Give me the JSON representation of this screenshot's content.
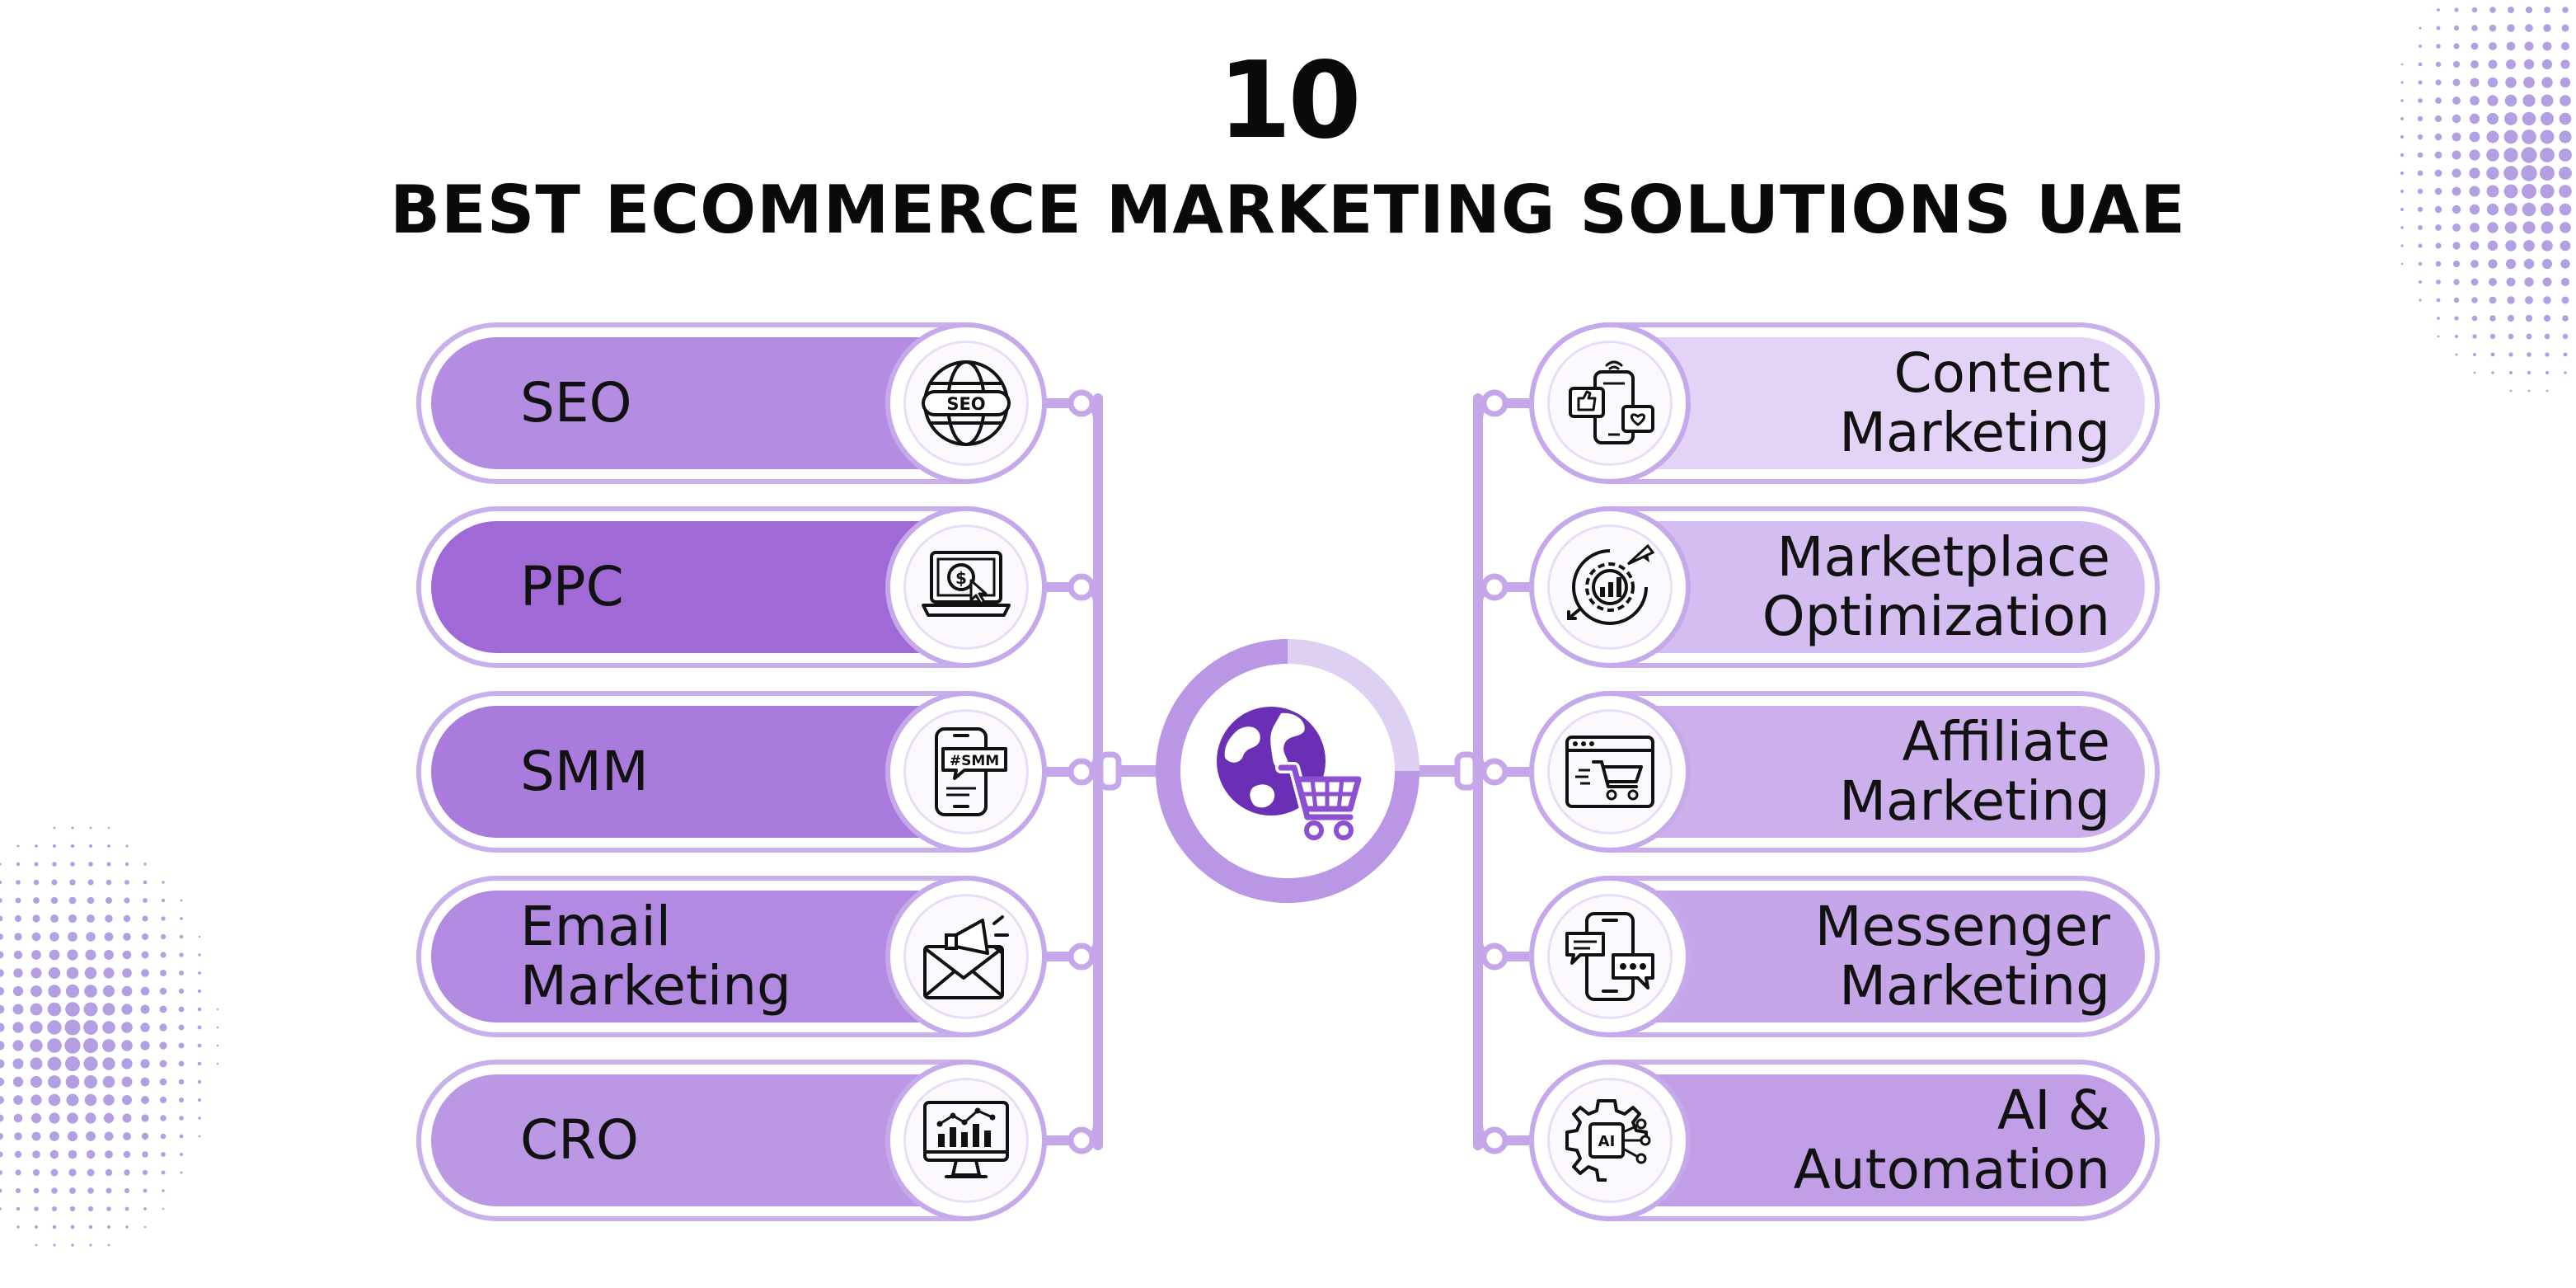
{
  "title": {
    "number": "10",
    "text": "BEST ECOMMERCE MARKETING SOLUTIONS UAE"
  },
  "colors": {
    "accent": "#a06fd6",
    "accent_dark": "#8b4fcf",
    "accent_light": "#d9c6f1",
    "connector": "#c5a6e8",
    "text": "#0a0a0a"
  },
  "center": {
    "icon": "globe-cart-icon"
  },
  "left_items": [
    {
      "label_lines": [
        "SEO"
      ],
      "icon": "seo-globe-icon"
    },
    {
      "label_lines": [
        "PPC"
      ],
      "icon": "laptop-dollar-click-icon"
    },
    {
      "label_lines": [
        "SMM"
      ],
      "icon": "phone-hashtag-icon"
    },
    {
      "label_lines": [
        "Email",
        "Marketing"
      ],
      "icon": "envelope-megaphone-icon"
    },
    {
      "label_lines": [
        "CRO"
      ],
      "icon": "monitor-analytics-icon"
    }
  ],
  "right_items": [
    {
      "label_lines": [
        "Content",
        "Marketing"
      ],
      "icon": "phone-social-content-icon"
    },
    {
      "label_lines": [
        "Marketplace",
        "Optimization"
      ],
      "icon": "gear-growth-icon"
    },
    {
      "label_lines": [
        "Affiliate",
        "Marketing"
      ],
      "icon": "browser-cart-icon"
    },
    {
      "label_lines": [
        "Messenger",
        "Marketing"
      ],
      "icon": "phone-chat-icon"
    },
    {
      "label_lines": [
        "AI &",
        "Automation"
      ],
      "icon": "ai-gear-chip-icon"
    }
  ]
}
